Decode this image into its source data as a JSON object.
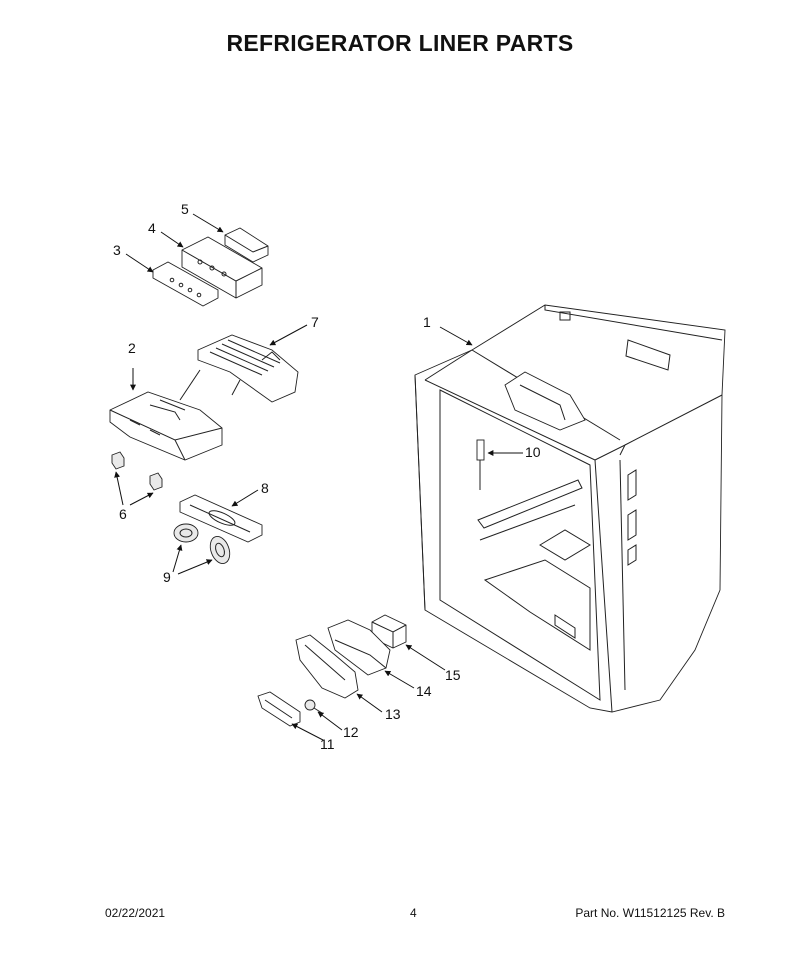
{
  "title": "REFRIGERATOR LINER PARTS",
  "callouts": [
    "1",
    "2",
    "3",
    "4",
    "5",
    "6",
    "7",
    "8",
    "9",
    "10",
    "11",
    "12",
    "13",
    "14",
    "15"
  ],
  "footer": {
    "date": "02/22/2021",
    "page": "4",
    "part": "Part No.  W11512125  Rev.  B"
  }
}
